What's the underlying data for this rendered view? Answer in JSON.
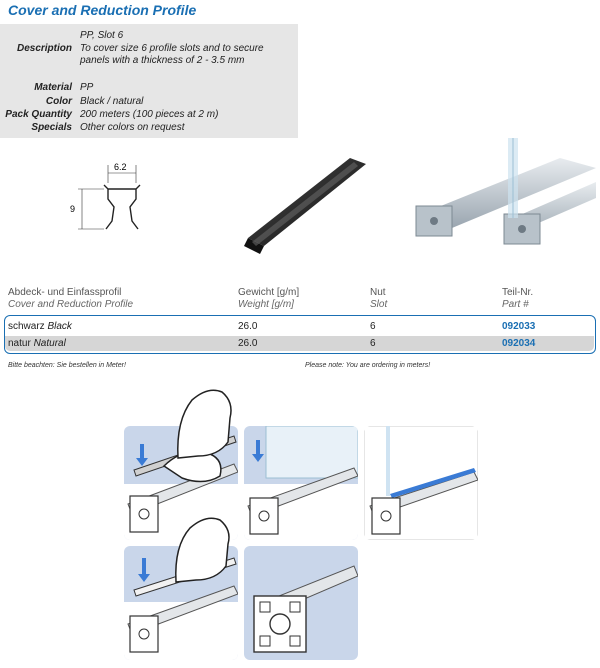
{
  "title": "Cover and Reduction Profile",
  "specs": [
    {
      "label": "",
      "value": "PP, Slot 6"
    },
    {
      "label": "Description",
      "value": "To cover size 6 profile slots and to secure panels with a thickness of 2 - 3.5 mm"
    },
    {
      "label": "Material",
      "value": "PP"
    },
    {
      "label": "Color",
      "value": "Black / natural"
    },
    {
      "label": "Pack Quantity",
      "value": "200 meters (100 pieces at 2 m)"
    },
    {
      "label": "Specials",
      "value": "Other colors on request"
    }
  ],
  "drawing": {
    "width_label": "6.2",
    "height_label": "9"
  },
  "table": {
    "headers": [
      {
        "de": "Abdeck- und Einfassprofil",
        "en": "Cover and Reduction Profile"
      },
      {
        "de": "Gewicht [g/m]",
        "en": "Weight [g/m]"
      },
      {
        "de": "Nut",
        "en": "Slot"
      },
      {
        "de": "Teil-Nr.",
        "en": "Part #"
      }
    ],
    "rows": [
      {
        "de": "schwarz",
        "en": "Black",
        "weight": "26.0",
        "slot": "6",
        "part": "092033"
      },
      {
        "de": "natur",
        "en": "Natural",
        "weight": "26.0",
        "slot": "6",
        "part": "092034"
      }
    ]
  },
  "notes": {
    "de": "Bitte beachten: Sie bestellen in Meter!",
    "en": "Please note: You are ordering in meters!"
  },
  "colors": {
    "accent": "#1a6fb3",
    "spec_bg": "#e6e6e6",
    "row_bg": "#d6d6d6",
    "step_bg": "#c9d6ea"
  }
}
